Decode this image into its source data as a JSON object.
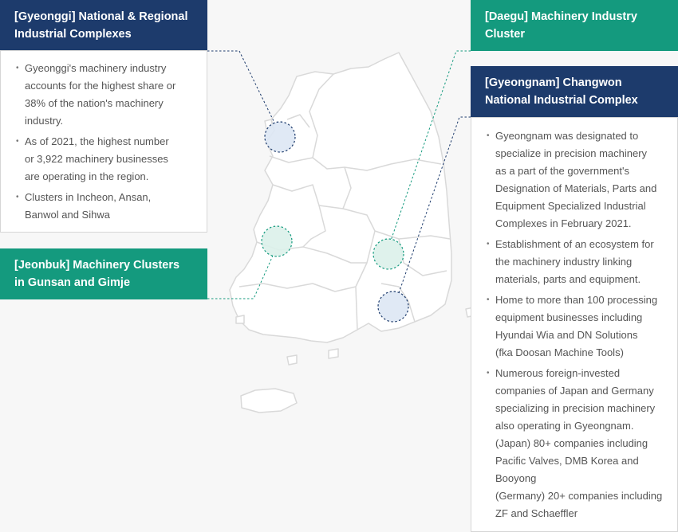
{
  "colors": {
    "navy": "#1d3b6c",
    "green": "#149a7e",
    "map_fill": "#ffffff",
    "map_stroke": "#d9d9d9"
  },
  "gyeonggi": {
    "title_line1": "[Gyeonggi] National & Regional",
    "title_line2": "Industrial Complexes",
    "bullets": [
      [
        "Gyeonggi's machinery industry",
        "accounts for the highest share or",
        "38% of the nation's machinery",
        "industry."
      ],
      [
        "As of 2021, the highest number",
        "or 3,922 machinery businesses",
        "are operating in the region."
      ],
      [
        "Clusters in Incheon, Ansan,",
        "Banwol and Sihwa"
      ]
    ]
  },
  "jeonbuk": {
    "title_line1": "[Jeonbuk] Machinery Clusters",
    "title_line2": "in Gunsan and Gimje"
  },
  "daegu": {
    "title_line1": "[Daegu] Machinery Industry",
    "title_line2": "Cluster"
  },
  "gyeongnam": {
    "title_line1": "[Gyeongnam] Changwon",
    "title_line2": "National Industrial Complex",
    "bullets": [
      [
        "Gyeongnam was designated to",
        "specialize in precision machinery",
        "as a part of the government's",
        "Designation of Materials, Parts and",
        "Equipment Specialized Industrial",
        "Complexes in February 2021."
      ],
      [
        "Establishment of an ecosystem for",
        "the machinery industry linking",
        "materials, parts and equipment."
      ],
      [
        "Home to more than 100 processing",
        "equipment businesses including",
        "Hyundai Wia and DN Solutions",
        "(fka Doosan Machine Tools)"
      ],
      [
        "Numerous foreign-invested",
        "companies of Japan and Germany",
        "specializing in precision machinery",
        "also operating in Gyeongnam.",
        "(Japan) 80+ companies including",
        "Pacific Valves, DMB Korea and",
        "Booyong",
        "(Germany) 20+ companies including",
        "ZF and Schaeffler"
      ]
    ]
  }
}
